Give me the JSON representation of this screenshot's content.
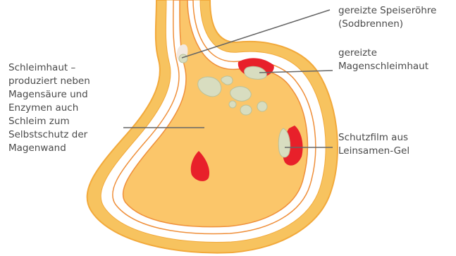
{
  "labels": {
    "schleimhaut": "Schleimhaut –\nproduziert neben\nMagensäure und\nEnzymen auch\nSchleim zum\nSelbstschutz der\nMagenwand",
    "speiseroehre": "gereizte Speiseröhre\n(Sodbrennen)",
    "magenschleimhaut": "gereizte\nMagenschleimhaut",
    "schutzfilm": "Schutzfilm aus\nLeinsamen-Gel"
  },
  "colors": {
    "outer_wall": "#f7c35f",
    "outer_edge": "#f2a93b",
    "mucosa_white": "#ffffff",
    "mucosa_line": "#ef8f3a",
    "stomach_fill": "#fbc66a",
    "irritation_red": "#e8202a",
    "gel": "#d8ddc0",
    "gel_edge": "#b9c29c",
    "leader_line": "#666666",
    "text": "#4a4a4a"
  }
}
